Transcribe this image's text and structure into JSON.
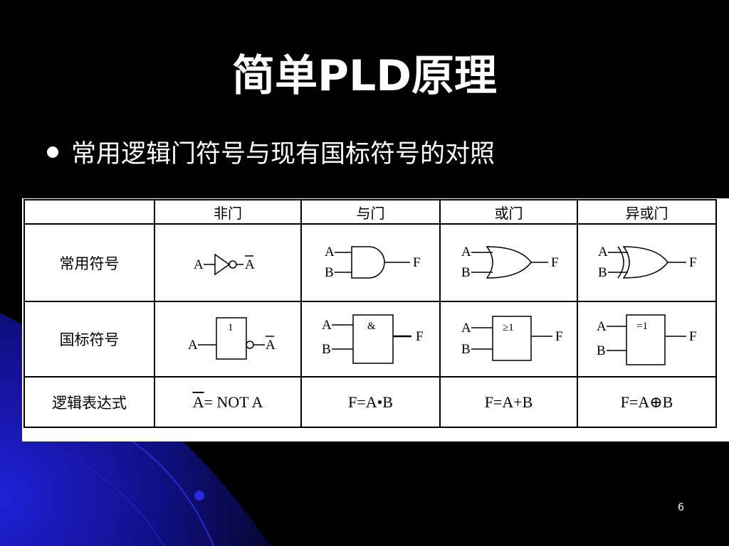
{
  "slide": {
    "title": "简单PLD原理",
    "subtitle": "常用逻辑门符号与现有国标符号的对照",
    "page_number": "6"
  },
  "table": {
    "headers": [
      "",
      "非门",
      "与门",
      "或门",
      "异或门"
    ],
    "rows": [
      {
        "label": "常用符号"
      },
      {
        "label": "国标符号"
      },
      {
        "label": "逻辑表达式"
      }
    ],
    "gate_text": {
      "input_a": "A",
      "input_b": "B",
      "output_f": "F",
      "output_not_a": "A",
      "not_symbol": "1",
      "and_symbol": "&",
      "or_symbol": "≥1",
      "xor_symbol": "=1"
    },
    "expressions": {
      "not_bar_a": "A",
      "not_rest": "= NOT A",
      "and": "F=A•B",
      "or": "F=A+B",
      "xor": "F=A⊕B"
    }
  },
  "colors": {
    "background": "#000000",
    "accent": "#0000b0",
    "text": "#ffffff"
  }
}
